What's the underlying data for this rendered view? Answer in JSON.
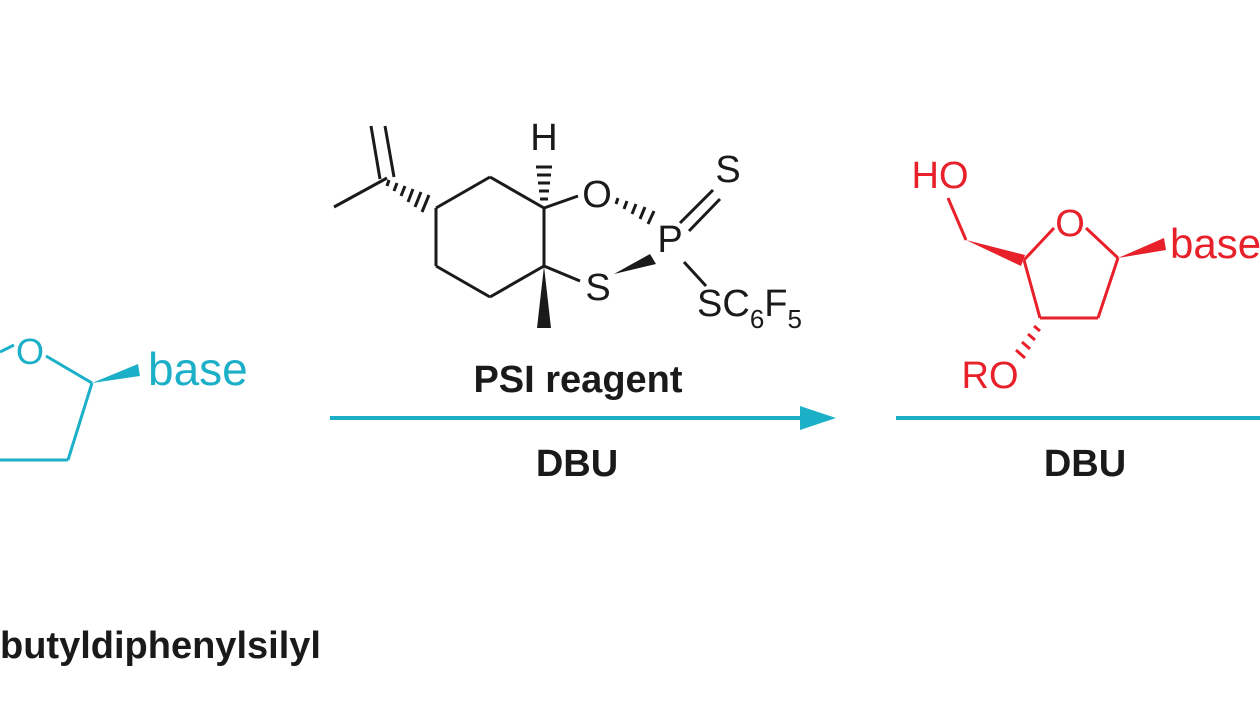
{
  "colors": {
    "cyan": "#1cb0c8",
    "black": "#1a1a1a",
    "red": "#e8202a"
  },
  "left_fragment": {
    "ring_oxygen": "O",
    "base_label": "base",
    "footnote": "butyldiphenylsilyl"
  },
  "reagent": {
    "h_label": "H",
    "ring_oxygen": "O",
    "ring_sulfur": "S",
    "phosphorus": "P",
    "thione_sulfur": "S",
    "leaving_group": {
      "S": "S",
      "C": "C",
      "c_count": "6",
      "F": "F",
      "f_count": "5"
    },
    "name": "PSI reagent"
  },
  "step1": {
    "base_label": "DBU"
  },
  "product": {
    "hydroxyl": "HO",
    "ring_oxygen": "O",
    "base_label": "base",
    "ether": "RO"
  },
  "step2": {
    "base_label": "DBU"
  }
}
